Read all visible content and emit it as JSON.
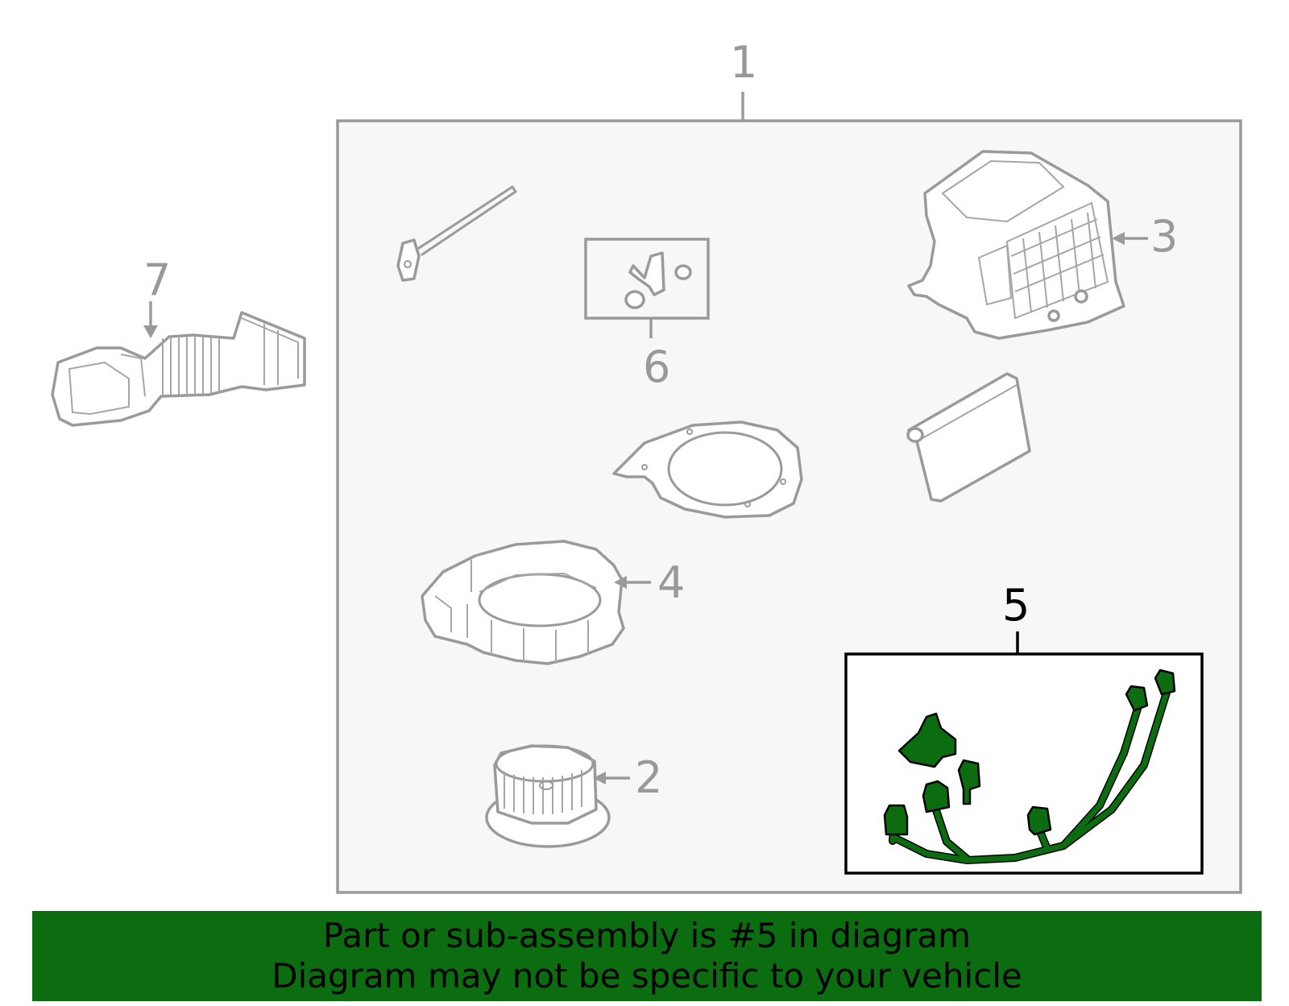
{
  "callouts": {
    "c1": "1",
    "c2": "2",
    "c3": "3",
    "c4": "4",
    "c5": "5",
    "c6": "6",
    "c7": "7"
  },
  "banner": {
    "line1": "Part or sub-assembly is #5 in diagram",
    "line2": "Diagram may not be specific to your vehicle"
  },
  "colors": {
    "highlight": "#0b6d10",
    "line_grey": "#999999",
    "panel_bg": "#f7f7f7"
  },
  "highlighted_part": "5"
}
